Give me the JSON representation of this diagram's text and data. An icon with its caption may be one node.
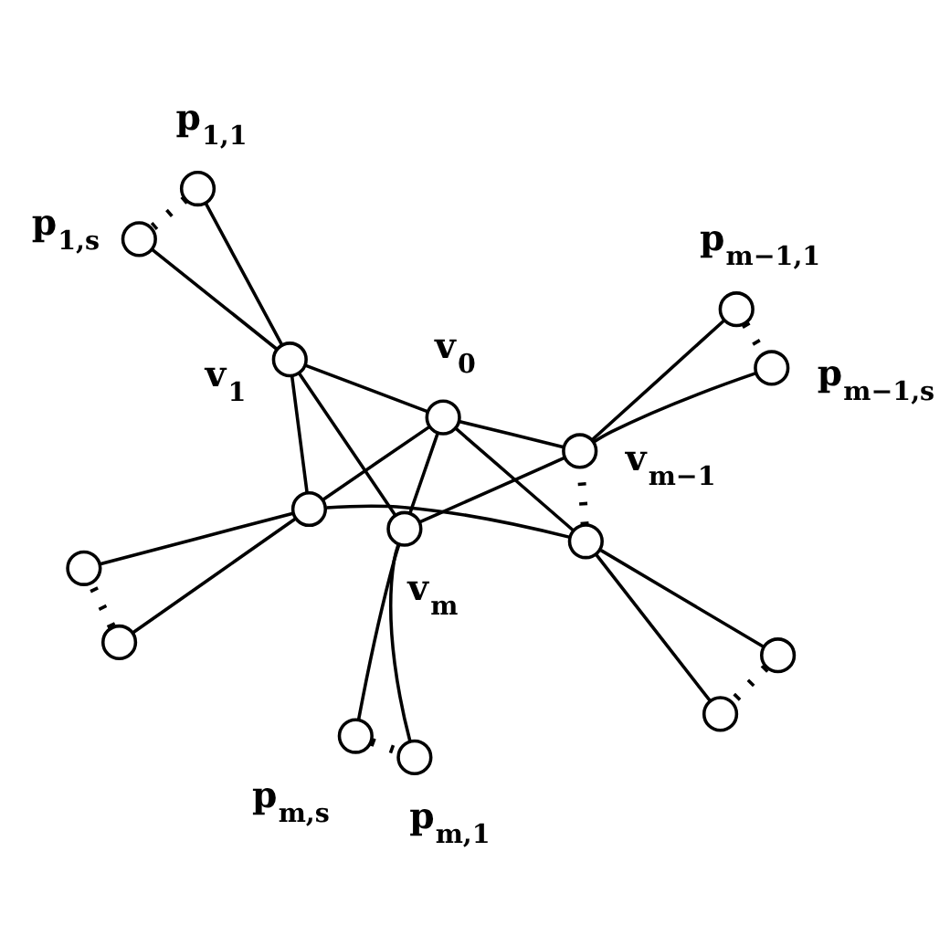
{
  "diagram": {
    "nodes": [
      {
        "text": [],
        "shape": "circle",
        "beside": [
          "p$_{m−1,1}$"
        ]
      },
      {
        "text": [],
        "shape": "circle",
        "beside": [
          "p$_{m−1,s}$"
        ]
      },
      {
        "text": [],
        "shape": "circle",
        "beside": [
          "v$_{m−1}$"
        ]
      },
      {
        "text": [],
        "shape": "circle",
        "beside": [
          "p$_{m,s}$"
        ]
      },
      {
        "text": [],
        "shape": "circle"
      },
      {
        "text": [],
        "shape": "circle",
        "beside": [
          "v$_{m}$"
        ]
      },
      {
        "text": [],
        "shape": "circle",
        "beside": [
          "p$_{m,1}$"
        ]
      },
      {
        "text": [],
        "shape": "circle"
      },
      {
        "text": [],
        "shape": "circle"
      },
      {
        "text": [],
        "shape": "circle",
        "beside": [
          "v$_{0}$"
        ]
      },
      {
        "text": [],
        "shape": "circle",
        "beside": [
          "v$_{1}$"
        ]
      },
      {
        "text": [],
        "shape": "circle"
      },
      {
        "text": [],
        "shape": "circle",
        "beside": [
          "p$_{1,1}$"
        ]
      },
      {
        "text": [],
        "shape": "circle"
      },
      {
        "text": [],
        "shape": "circle",
        "beside": [
          "p$_{1,s}$"
        ]
      },
      {
        "text": [],
        "shape": "circle"
      }
    ],
    "edges": [
      {
        "from": 9,
        "to": 2,
        "arrow": "none"
      },
      {
        "from": 9,
        "to": 7,
        "arrow": "none"
      },
      {
        "from": 9,
        "to": 11,
        "arrow": "none"
      },
      {
        "from": 9,
        "to": 10,
        "arrow": "none"
      },
      {
        "from": 9,
        "to": 5,
        "arrow": "none"
      },
      {
        "from": 10,
        "to": 11,
        "arrow": "none"
      },
      {
        "from": 11,
        "to": 7,
        "arrow": "none"
      },
      {
        "from": 7,
        "to": 2,
        "arrow": "none",
        "style": "dashed"
      },
      {
        "from": 2,
        "to": 5,
        "arrow": "none"
      },
      {
        "from": 5,
        "to": 10,
        "arrow": "none"
      },
      {
        "from": 2,
        "to": 0,
        "arrow": "none"
      },
      {
        "from": 2,
        "to": 1,
        "arrow": "none"
      },
      {
        "from": 0,
        "to": 1,
        "arrow": "none",
        "style": "dashed"
      },
      {
        "from": 5,
        "to": 3,
        "arrow": "none"
      },
      {
        "from": 5,
        "to": 6,
        "arrow": "none"
      },
      {
        "from": 3,
        "to": 6,
        "arrow": "none",
        "style": "dashed"
      },
      {
        "from": 7,
        "to": 4,
        "arrow": "none"
      },
      {
        "from": 7,
        "to": 8,
        "arrow": "none"
      },
      {
        "from": 4,
        "to": 8,
        "arrow": "none",
        "style": "dashed"
      },
      {
        "from": 11,
        "to": 13,
        "arrow": "none"
      },
      {
        "from": 11,
        "to": 15,
        "arrow": "none"
      },
      {
        "from": 13,
        "to": 15,
        "arrow": "none",
        "style": "dashed"
      },
      {
        "from": 10,
        "to": 12,
        "arrow": "none"
      },
      {
        "from": 10,
        "to": 14,
        "arrow": "none"
      },
      {
        "from": 12,
        "to": 14,
        "arrow": "none",
        "style": "dashed"
      }
    ]
  }
}
